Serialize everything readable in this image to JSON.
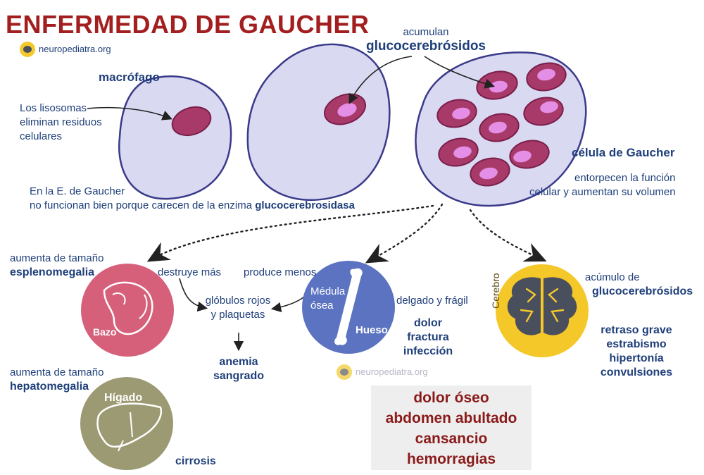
{
  "title": "ENFERMEDAD DE GAUCHER",
  "brand": "neuropediatra.org",
  "cells": {
    "macrophage_label": "macrófago",
    "lysosome_text": [
      "Los lisosomas",
      "eliminan residuos",
      "celulares"
    ],
    "accumulate_line1": "acumulan",
    "accumulate_line2": "glucocerebrósidos",
    "gaucher_cell_label": "célula de Gaucher",
    "gaucher_cell_desc": [
      "entorpecen la función",
      "celular y aumentan su volumen"
    ],
    "enzyme_line1": "En la E. de Gaucher",
    "enzyme_line2_prefix": "no funcionan bien porque carecen de la enzima ",
    "enzyme_name": "glucocerebrosidasa"
  },
  "spleen": {
    "organ": "Bazo",
    "size_text": "aumenta de tamaño",
    "condition": "esplenomegalia",
    "destroys": "destruye más"
  },
  "liver": {
    "organ": "Hígado",
    "size_text": "aumenta de tamaño",
    "condition": "hepatomegalia",
    "consequence": "cirrosis"
  },
  "blood": {
    "produces": "produce menos",
    "cells": [
      "glóbulos rojos",
      "y plaquetas"
    ],
    "result": [
      "anemia",
      "sangrado"
    ]
  },
  "bone": {
    "marrow": [
      "Médula",
      "ósea"
    ],
    "bone_label": "Hueso",
    "description": "delgado y frágil",
    "symptoms": [
      "dolor",
      "fractura",
      "infección"
    ]
  },
  "brain": {
    "organ": "Cerebro",
    "accum_line1": "acúmulo de",
    "accum_line2": "glucocerebrósidos",
    "symptoms": [
      "retraso grave",
      "estrabismo",
      "hipertonía",
      "convulsiones"
    ]
  },
  "summary": [
    "dolor óseo",
    "abdomen abultado",
    "cansancio",
    "hemorragias"
  ],
  "colors": {
    "title": "#a31e1e",
    "text_blue": "#1f3f7a",
    "cell_fill": "#d9d9f2",
    "cell_stroke": "#3a3a8a",
    "nucleus": "#a83a6a",
    "glucocerebroside": "#e48ee6",
    "spleen": "#d6607a",
    "liver": "#9c9a73",
    "bone": "#5b73c0",
    "brain": "#f5c82a",
    "summary_text": "#8b1a1a"
  },
  "icons": [
    "brain-logo-icon",
    "spleen-icon",
    "liver-icon",
    "bone-icon",
    "brain-icon"
  ]
}
